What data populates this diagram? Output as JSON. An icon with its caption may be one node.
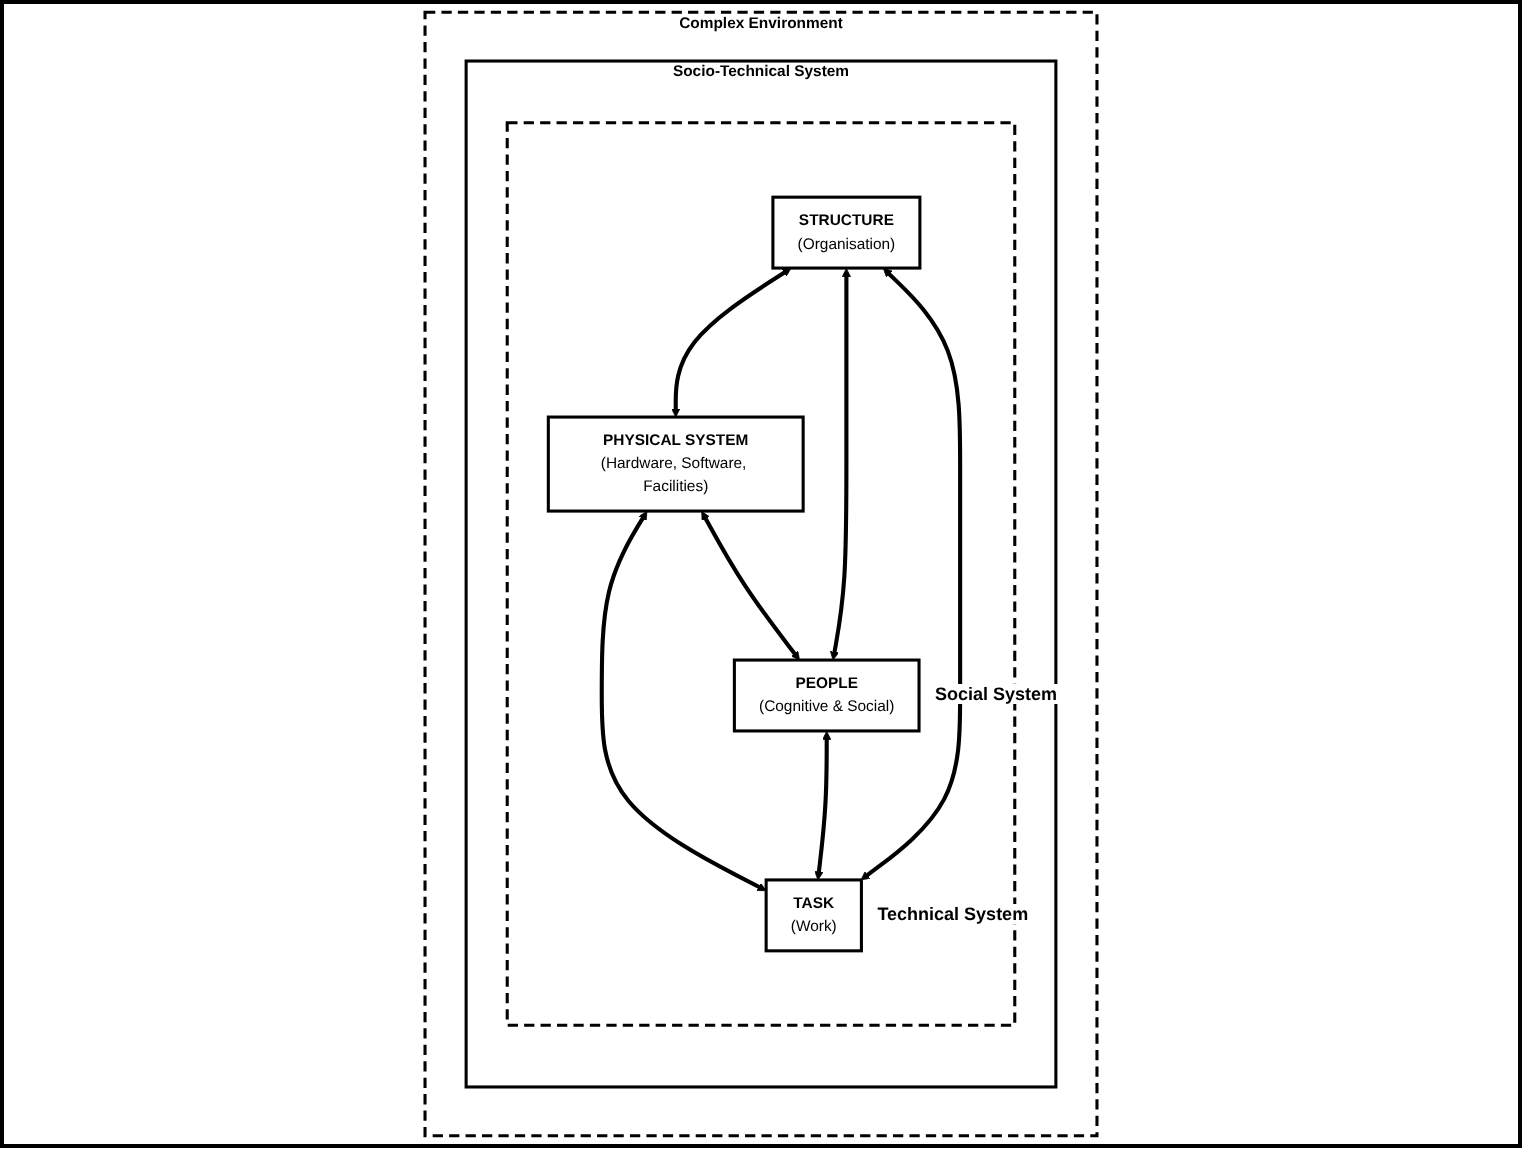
{
  "diagram": {
    "nodes": [
      {
        "text": [
          "Complex Environment"
        ]
      },
      {
        "text": [
          "Socio-Technical System"
        ],
        "in": 0
      },
      {
        "text": [],
        "shape": "box",
        "in": 1
      },
      {
        "text": [
          "STRUCTURE",
          "(Organisation)"
        ],
        "in": 2
      },
      {
        "text": [
          "PHYSICAL SYSTEM",
          "(Hardware, Software, Facilities)"
        ],
        "in": 2
      },
      {
        "text": [
          "PEOPLE",
          "(Cognitive & Social)"
        ],
        "in": 2,
        "beside": [
          "Social System"
        ]
      },
      {
        "text": [
          "TASK",
          "(Work)"
        ],
        "in": 2,
        "beside": [
          "Technical System"
        ]
      }
    ],
    "edges": [
      {
        "from": 3,
        "to": 4,
        "arrow": "both"
      },
      {
        "from": 3,
        "to": 5,
        "arrow": "both"
      },
      {
        "from": 4,
        "to": 6,
        "arrow": "both"
      },
      {
        "from": 3,
        "to": 6,
        "arrow": "both"
      },
      {
        "from": 4,
        "to": 5,
        "arrow": "both"
      },
      {
        "from": 5,
        "to": 6,
        "arrow": "both"
      }
    ]
  }
}
